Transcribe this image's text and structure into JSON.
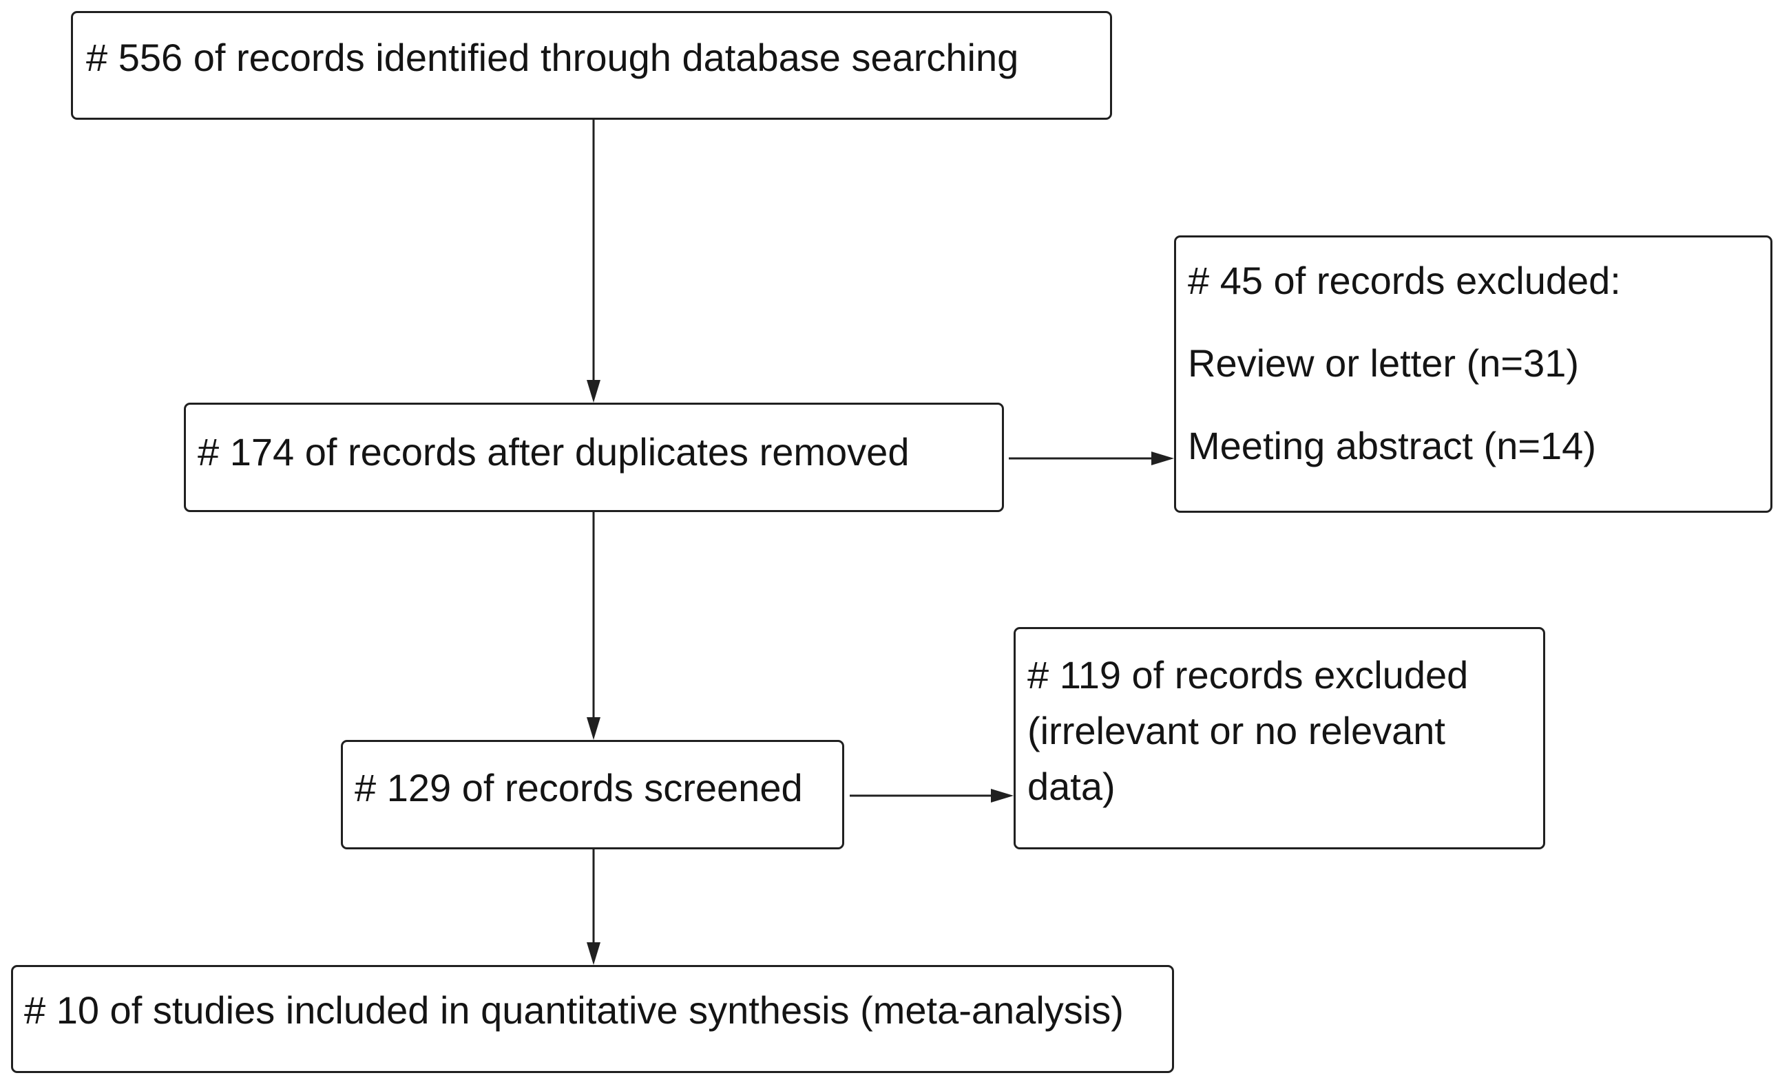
{
  "diagram": {
    "type": "flowchart",
    "nodes": {
      "identified": {
        "lines": [
          "# 556 of records identified through database searching"
        ]
      },
      "deduplicated": {
        "lines": [
          "# 174 of records after duplicates removed"
        ]
      },
      "excluded_first": {
        "lines": [
          "# 45 of records excluded:",
          "Review or letter (n=31)",
          "Meeting abstract (n=14)"
        ]
      },
      "screened": {
        "lines": [
          "# 129 of records screened"
        ]
      },
      "excluded_second": {
        "lines": [
          "# 119 of records excluded",
          "(irrelevant or no relevant",
          "data)"
        ]
      },
      "included": {
        "lines": [
          "# 10 of studies included in quantitative synthesis (meta-analysis)"
        ]
      }
    },
    "edges": [
      {
        "from": "identified",
        "to": "deduplicated"
      },
      {
        "from": "deduplicated",
        "to": "excluded_first"
      },
      {
        "from": "deduplicated",
        "to": "screened"
      },
      {
        "from": "screened",
        "to": "excluded_second"
      },
      {
        "from": "screened",
        "to": "included"
      }
    ],
    "colors": {
      "line": "#202020",
      "text": "#141414",
      "background": "#ffffff"
    }
  }
}
